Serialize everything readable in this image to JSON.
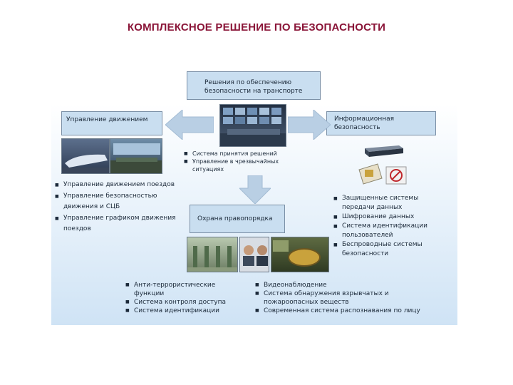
{
  "title": "КОМПЛЕКСНОЕ РЕШЕНИЕ ПО БЕЗОПАСНОСТИ",
  "boxes": {
    "top": "Решения по обеспечению безопасности на транспорте",
    "left": "Управление движением",
    "right": "Информационная безопасность",
    "middle": "Охрана правопорядка"
  },
  "lists": {
    "center_top": [
      "Система принятия решений",
      "Управление в чрезвычайных ситуациях"
    ],
    "left": [
      "Управление движением поездов",
      "Управление безопасностью движения и СЦБ",
      "Управление графиком движения поездов"
    ],
    "right": [
      "Защищенные системы передачи данных",
      "Шифрование данных",
      "Система идентификации пользователей",
      "Беспроводные системы безопасности"
    ],
    "bottom_left": [
      "Анти-террористические функции",
      "Система контроля доступа",
      "Система идентификации"
    ],
    "bottom_right": [
      "Видеонаблюдение",
      "Система обнаружения взрывчатых и пожароопасных веществ",
      "Современная система распознавания по лицу"
    ]
  },
  "colors": {
    "title": "#8a1538",
    "box_fill": "#c9def0",
    "arrow_fill": "#b9cfe4",
    "panel_bottom": "#cfe3f5"
  }
}
